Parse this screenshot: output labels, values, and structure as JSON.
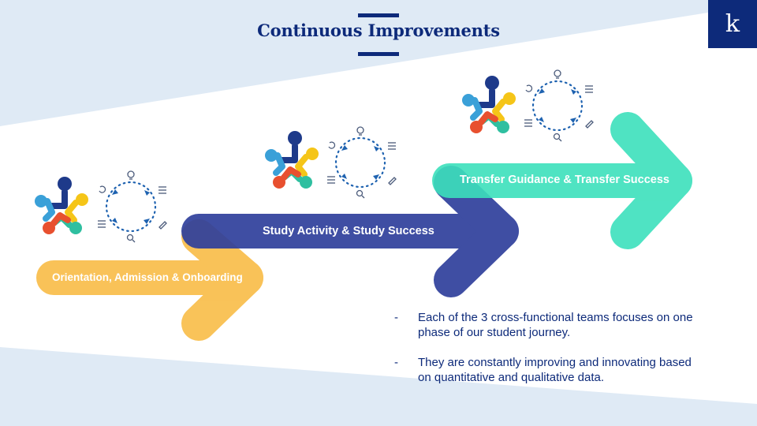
{
  "slide": {
    "title": "Continuous Improvements",
    "logo_letter": "k"
  },
  "colors": {
    "brand": "#0d2a7a",
    "band": "#dfeaf5",
    "orange": "#f9be4c",
    "blue": "#2f3f9c",
    "teal": "#3ce0bc"
  },
  "phases": [
    {
      "label": "Orientation, Admission &  Onboarding",
      "color": "#f9be4c"
    },
    {
      "label": "Study Activity & Study Success",
      "color": "#2f3f9c"
    },
    {
      "label": "Transfer Guidance & Transfer Success",
      "color": "#3ce0bc"
    }
  ],
  "bullets": [
    {
      "marker": "-",
      "text": "Each of the 3 cross-functional teams focuses on one phase of our student journey."
    },
    {
      "marker": "-",
      "text": "They are constantly improving and innovating based on quantitative and qualitative data."
    }
  ],
  "icons": [
    "team-people-icon",
    "refresh-icon",
    "lightbulb-icon",
    "list-icon",
    "pencil-icon",
    "search-icon",
    "sliders-icon"
  ]
}
